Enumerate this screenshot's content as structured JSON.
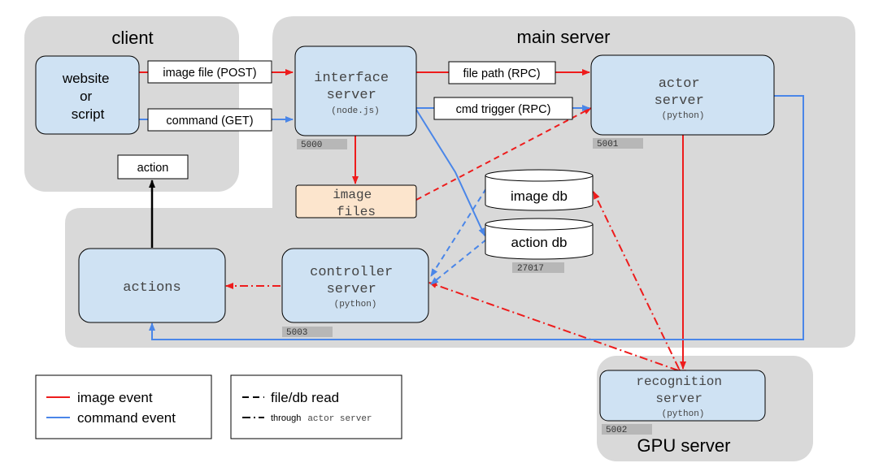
{
  "regions": {
    "client": "client",
    "main_server": "main server",
    "gpu_server": "GPU server"
  },
  "nodes": {
    "website": [
      "website",
      "or",
      "script"
    ],
    "interface": [
      "interface",
      "server",
      "(node.js)"
    ],
    "actor": [
      "actor",
      "server",
      "(python)"
    ],
    "image_files": [
      "image",
      "files"
    ],
    "image_db": "image db",
    "action_db": "action db",
    "controller": [
      "controller",
      "server",
      "(python)"
    ],
    "actions": "actions",
    "recognition": [
      "recognition",
      "server",
      "(python)"
    ],
    "action_box": "action"
  },
  "edge_labels": {
    "image_file_post": "image file (POST)",
    "command_get": "command (GET)",
    "file_path_rpc": "file path (RPC)",
    "cmd_trigger_rpc": "cmd trigger (RPC)"
  },
  "ports": {
    "interface": "5000",
    "actor": "5001",
    "db": "27017",
    "controller": "5003",
    "recognition": "5002"
  },
  "legend": {
    "image_event": "image event",
    "command_event": "command event",
    "file_db_read": "file/db read",
    "through_prefix": "through",
    "through_mono": "actor server"
  },
  "colors": {
    "image_event": "#ee1c1c",
    "command_event": "#4a86e8",
    "region_fill": "#d9d9d9",
    "node_fill": "#cfe2f3",
    "file_fill": "#fce5cd",
    "port_fill": "#b7b7b7"
  }
}
